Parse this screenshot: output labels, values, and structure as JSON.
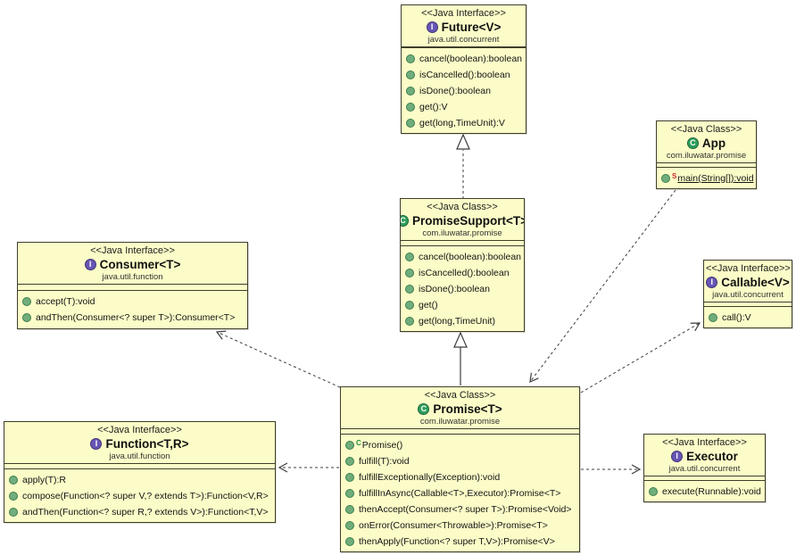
{
  "diagram": {
    "classes": {
      "future": {
        "stereotype": "<<Java Interface>>",
        "name": "Future<V>",
        "package": "java.util.concurrent",
        "icon_letter": "I",
        "methods": [
          {
            "text": "cancel(boolean):boolean"
          },
          {
            "text": "isCancelled():boolean"
          },
          {
            "text": "isDone():boolean"
          },
          {
            "text": "get():V"
          },
          {
            "text": "get(long,TimeUnit):V"
          }
        ]
      },
      "app": {
        "stereotype": "<<Java Class>>",
        "name": "App",
        "package": "com.iluwatar.promise",
        "icon_letter": "C",
        "methods": [
          {
            "text": "main(String[]):void",
            "modifier": "S",
            "static": true
          }
        ]
      },
      "promise_support": {
        "stereotype": "<<Java Class>>",
        "name": "PromiseSupport<T>",
        "package": "com.iluwatar.promise",
        "icon_letter": "C",
        "methods": [
          {
            "text": "cancel(boolean):boolean"
          },
          {
            "text": "isCancelled():boolean"
          },
          {
            "text": "isDone():boolean"
          },
          {
            "text": "get()"
          },
          {
            "text": "get(long,TimeUnit)"
          }
        ]
      },
      "consumer": {
        "stereotype": "<<Java Interface>>",
        "name": "Consumer<T>",
        "package": "java.util.function",
        "icon_letter": "I",
        "methods": [
          {
            "text": "accept(T):void"
          },
          {
            "text": "andThen(Consumer<? super T>):Consumer<T>"
          }
        ]
      },
      "callable": {
        "stereotype": "<<Java Interface>>",
        "name": "Callable<V>",
        "package": "java.util.concurrent",
        "icon_letter": "I",
        "methods": [
          {
            "text": "call():V"
          }
        ]
      },
      "promise": {
        "stereotype": "<<Java Class>>",
        "name": "Promise<T>",
        "package": "com.iluwatar.promise",
        "icon_letter": "C",
        "methods": [
          {
            "text": "Promise()",
            "modifier": "C",
            "constructor": true
          },
          {
            "text": "fulfill(T):void"
          },
          {
            "text": "fulfillExceptionally(Exception):void"
          },
          {
            "text": "fulfillInAsync(Callable<T>,Executor):Promise<T>"
          },
          {
            "text": "thenAccept(Consumer<? super T>):Promise<Void>"
          },
          {
            "text": "onError(Consumer<Throwable>):Promise<T>"
          },
          {
            "text": "thenApply(Function<? super T,V>):Promise<V>"
          }
        ]
      },
      "function": {
        "stereotype": "<<Java Interface>>",
        "name": "Function<T,R>",
        "package": "java.util.function",
        "icon_letter": "I",
        "methods": [
          {
            "text": "apply(T):R"
          },
          {
            "text": "compose(Function<? super V,? extends T>):Function<V,R>"
          },
          {
            "text": "andThen(Function<? super R,? extends V>):Function<T,V>"
          }
        ]
      },
      "executor": {
        "stereotype": "<<Java Interface>>",
        "name": "Executor",
        "package": "java.util.concurrent",
        "icon_letter": "I",
        "methods": [
          {
            "text": "execute(Runnable):void"
          }
        ]
      }
    },
    "relations": [
      {
        "from": "PromiseSupport<T>",
        "to": "Future<V>",
        "type": "realization"
      },
      {
        "from": "Promise<T>",
        "to": "PromiseSupport<T>",
        "type": "generalization"
      },
      {
        "from": "App",
        "to": "Promise<T>",
        "type": "dependency"
      },
      {
        "from": "Promise<T>",
        "to": "Consumer<T>",
        "type": "dependency"
      },
      {
        "from": "Promise<T>",
        "to": "Callable<V>",
        "type": "dependency"
      },
      {
        "from": "Promise<T>",
        "to": "Function<T,R>",
        "type": "dependency"
      },
      {
        "from": "Promise<T>",
        "to": "Executor",
        "type": "dependency"
      }
    ],
    "colors": {
      "box_fill": "#fcfcc8",
      "box_border": "#3f3f2a",
      "interface_icon": "#6655b5",
      "class_icon": "#2e9e5b",
      "method_icon": "#6fae7c",
      "static_modifier": "#cc2b2b",
      "constructor_modifier": "#1e8c3c",
      "connector": "#3c3c3c"
    }
  }
}
